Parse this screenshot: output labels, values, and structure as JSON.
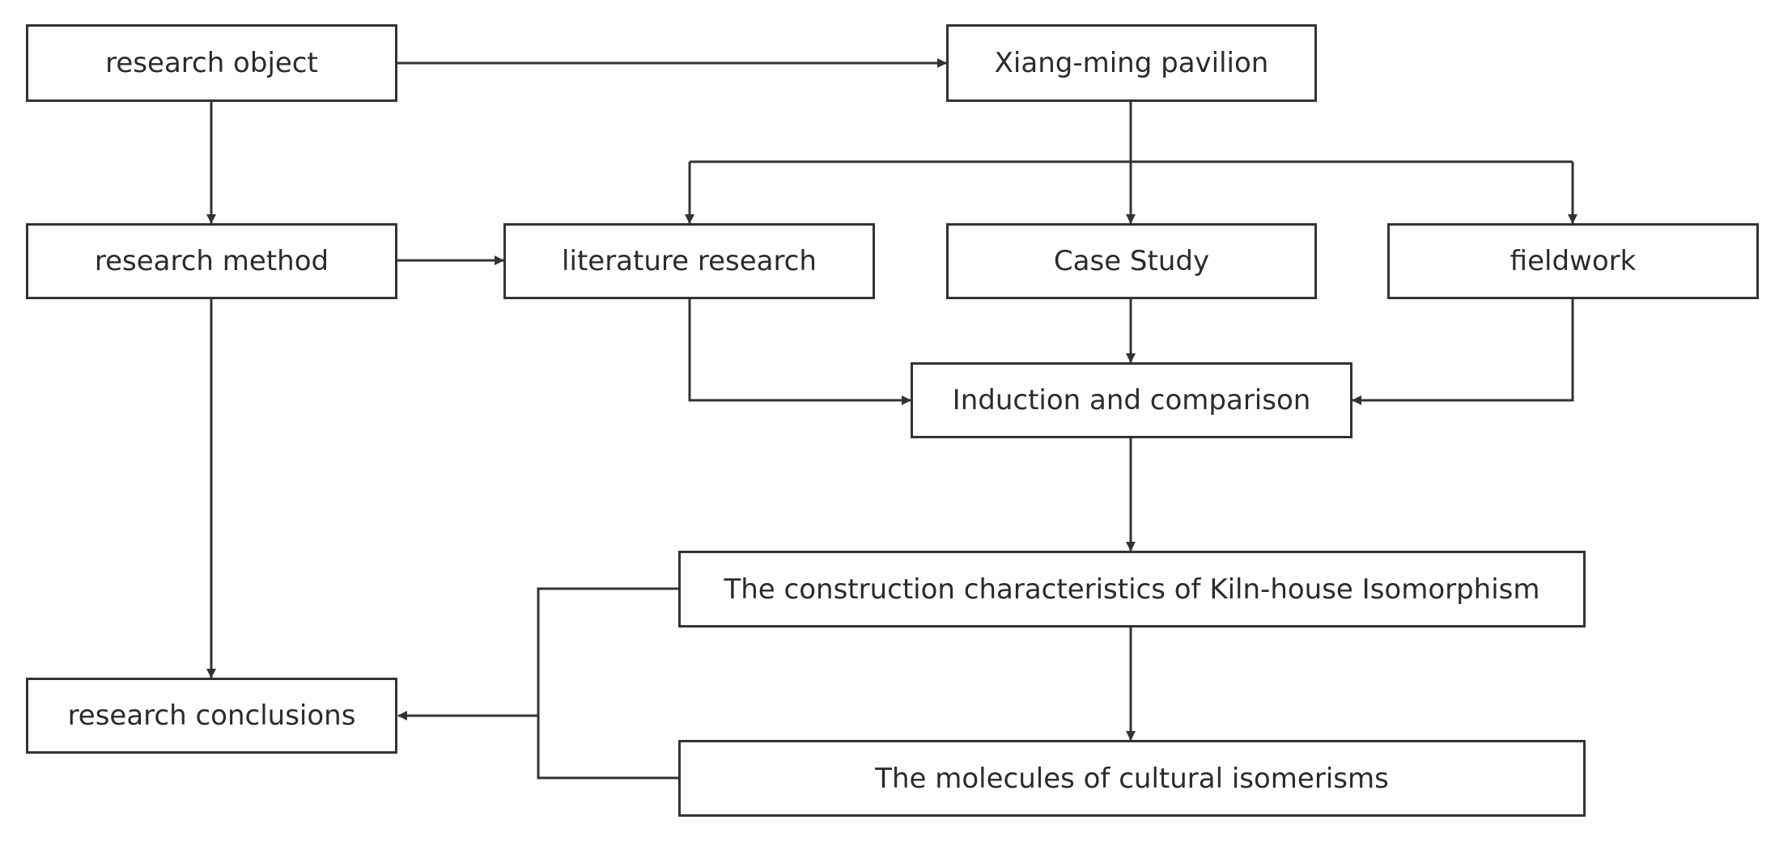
{
  "nodes": {
    "research_object": "research object",
    "xiang_ming_pavilion": "Xiang-ming pavilion",
    "research_method": "research method",
    "literature_research": "literature research",
    "case_study": "Case Study",
    "fieldwork": "fieldwork",
    "induction_comparison": "Induction and comparison",
    "construction_characteristics": "The construction characteristics of Kiln-house Isomorphism",
    "research_conclusions": "research conclusions",
    "molecules_cultural_isomerisms": "The molecules of cultural isomerisms"
  },
  "colors": {
    "stroke": "#333333",
    "text": "#2b2b2b",
    "background": "#ffffff"
  }
}
